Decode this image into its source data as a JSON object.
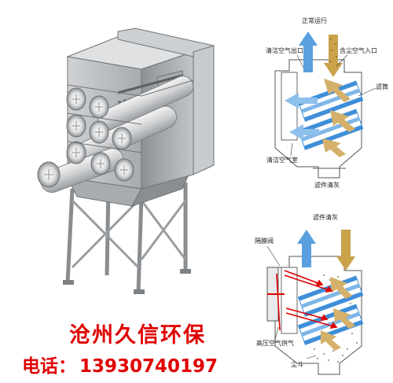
{
  "labels": {
    "top_title": "正常运行",
    "clean_outlet": "清洁空气出口",
    "dirty_inlet": "含尘空气入口",
    "filter": "滤筒",
    "clean_chamber": "清洁空气室",
    "filter_clean_top": "滤件清灰",
    "bottom_title": "滤件清灰",
    "diaphragm_valve": "隔膜阀",
    "hp_air": "高压空气供气",
    "dust_hopper": "尘斗"
  },
  "contact": {
    "company": "沧州久信环保",
    "phone_label": "电话：",
    "phone_number": "13930740197"
  },
  "colors": {
    "accent_red": "#e00000",
    "arrow_blue": "#3f8fd8",
    "arrow_gold": "#c9a24a",
    "steel": "#b9bcbf"
  }
}
